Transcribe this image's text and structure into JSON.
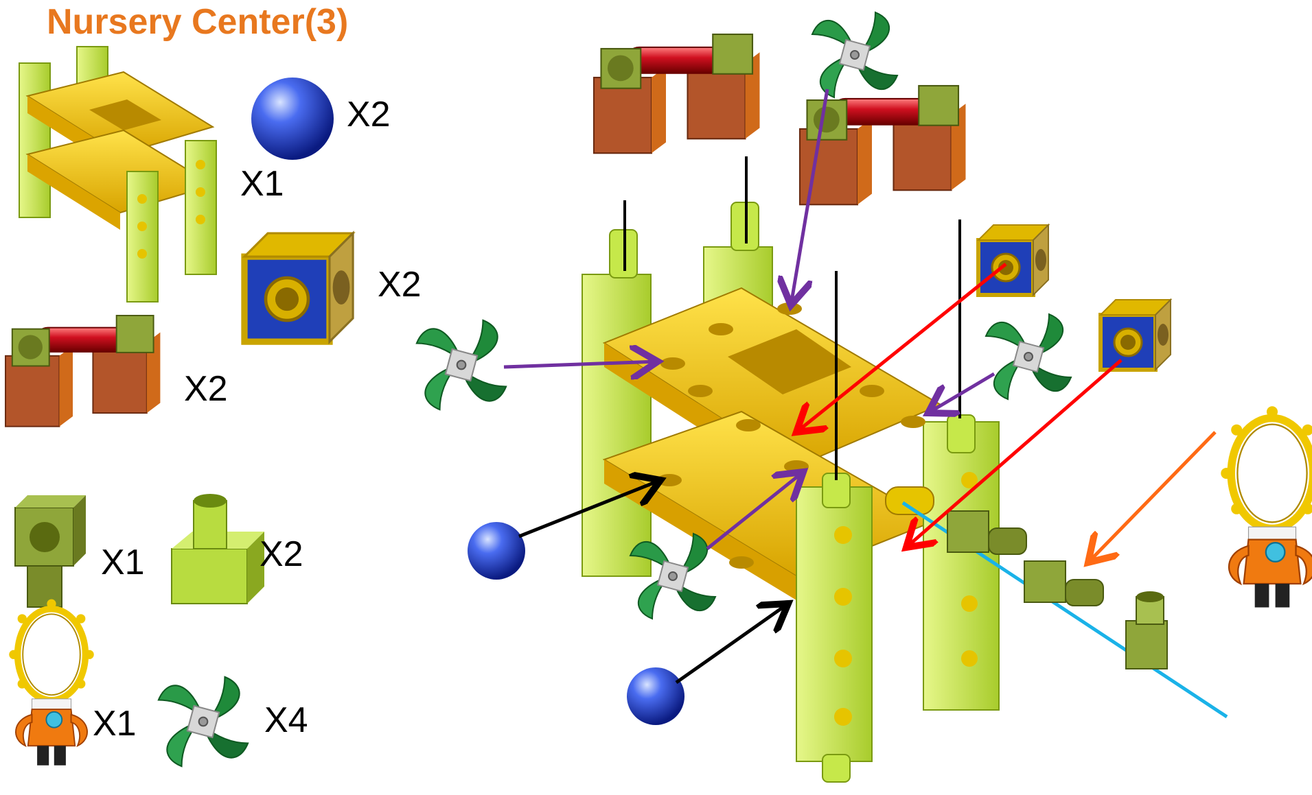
{
  "title": "Nursery Center(3)",
  "parts_list": [
    {
      "part": "frame-assembly",
      "quantity": "X1"
    },
    {
      "part": "blue-ball",
      "quantity": "X2"
    },
    {
      "part": "hole-cube",
      "quantity": "X2"
    },
    {
      "part": "red-axle-with-blocks",
      "quantity": "X2"
    },
    {
      "part": "elbow-connector",
      "quantity": "X1"
    },
    {
      "part": "peg-connector",
      "quantity": "X2"
    },
    {
      "part": "ring-figure",
      "quantity": "X1"
    },
    {
      "part": "green-propeller",
      "quantity": "X4"
    }
  ],
  "colors": {
    "title": "#e8781f",
    "frame_yellow": "#f2c200",
    "frame_lime": "#c6e84a",
    "ball_blue": "#1f3fd1",
    "axle_red": "#c8111a",
    "block_brown": "#b3552a",
    "connector_olive": "#8fa63a",
    "propeller_green": "#1f8a3a",
    "arrow_purple": "#7030a0",
    "arrow_red": "#ff0000",
    "arrow_black": "#000000",
    "arrow_orange": "#ff6a14",
    "line_cyan": "#1ab2e8"
  }
}
